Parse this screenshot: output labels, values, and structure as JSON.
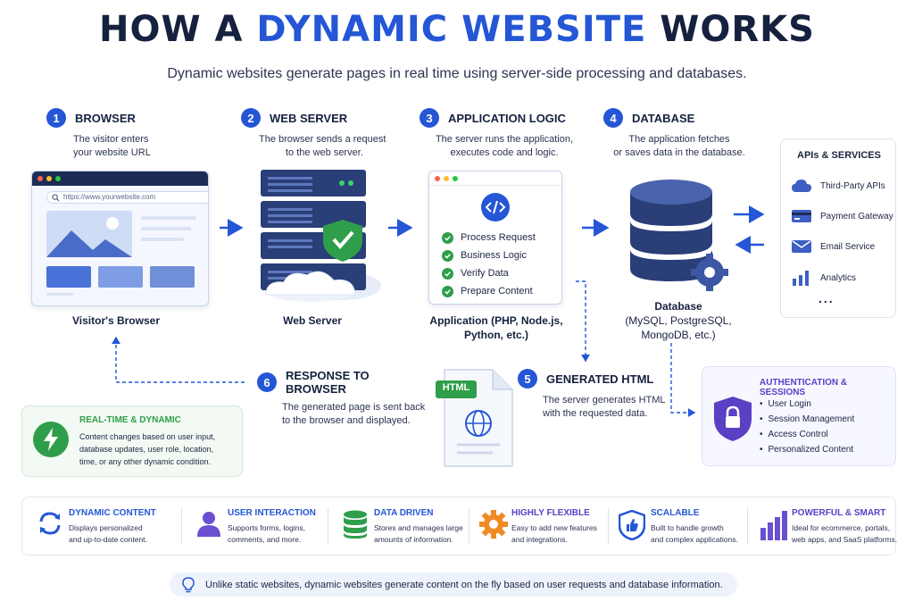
{
  "title": {
    "part1": "HOW A ",
    "highlight": "DYNAMIC WEBSITE",
    "part2": " WORKS"
  },
  "subtitle": "Dynamic websites generate pages in real time using server-side processing and databases.",
  "steps": [
    {
      "num": "1",
      "label": "BROWSER",
      "desc1": "The visitor enters",
      "desc2": "your website URL",
      "caption1": "Visitor's Browser",
      "caption2": ""
    },
    {
      "num": "2",
      "label": "WEB SERVER",
      "desc1": "The browser sends a request",
      "desc2": "to the web server.",
      "caption1": "Web Server",
      "caption2": ""
    },
    {
      "num": "3",
      "label": "APPLICATION LOGIC",
      "desc1": "The server runs the application,",
      "desc2": "executes code and logic.",
      "caption1": "Application (PHP, Node.js,",
      "caption2": "Python, etc.)"
    },
    {
      "num": "4",
      "label": "DATABASE",
      "desc1": "The application fetches",
      "desc2": "or saves data in the database.",
      "caption1": "Database",
      "caption2": "(MySQL, PostgreSQL,",
      "caption3": "MongoDB, etc.)"
    },
    {
      "num": "5",
      "label": "GENERATED HTML",
      "desc1": "The server generates HTML",
      "desc2": "with the requested data."
    },
    {
      "num": "6",
      "label": "RESPONSE TO BROWSER",
      "desc1": "The generated page is sent back",
      "desc2": "to the browser and displayed."
    }
  ],
  "browser": {
    "url": "https://www.yourwebsite.com"
  },
  "app_checks": [
    "Process Request",
    "Business Logic",
    "Verify Data",
    "Prepare Content"
  ],
  "html_badge": "HTML",
  "apis": {
    "title": "APIs & SERVICES",
    "items": [
      {
        "label": "Third-Party APIs",
        "icon": "cloud-icon"
      },
      {
        "label": "Payment Gateway",
        "icon": "card-icon"
      },
      {
        "label": "Email Service",
        "icon": "mail-icon"
      },
      {
        "label": "Analytics",
        "icon": "bar-chart-icon"
      }
    ],
    "more": "..."
  },
  "auth": {
    "title": "AUTHENTICATION & SESSIONS",
    "items": [
      "User Login",
      "Session Management",
      "Access Control",
      "Personalized Content"
    ]
  },
  "realtime": {
    "title": "REAL-TIME & DYNAMIC",
    "desc1": "Content changes based on user input,",
    "desc2": "database updates, user role, location,",
    "desc3": "time, or any other dynamic condition."
  },
  "features": [
    {
      "title": "DYNAMIC CONTENT",
      "d1": "Displays personalized",
      "d2": "and up-to-date content.",
      "icon": "refresh-icon"
    },
    {
      "title": "USER INTERACTION",
      "d1": "Supports forms, logins,",
      "d2": "comments, and more.",
      "icon": "user-icon"
    },
    {
      "title": "DATA DRIVEN",
      "d1": "Stores and manages large",
      "d2": "amounts of information.",
      "icon": "database-icon"
    },
    {
      "title": "HIGHLY FLEXIBLE",
      "d1": "Easy to add new features",
      "d2": "and integrations.",
      "icon": "gear-icon"
    },
    {
      "title": "SCALABLE",
      "d1": "Built to handle growth",
      "d2": "and complex applications.",
      "icon": "shield-thumb-icon"
    },
    {
      "title": "POWERFUL & SMART",
      "d1": "Ideal for ecommerce, portals,",
      "d2": "web apps, and SaaS platforms.",
      "icon": "growth-bars-icon"
    }
  ],
  "footer_note": "Unlike static websites, dynamic websites generate content on the fly based on user requests and database information.",
  "colors": {
    "primary": "#2456d6",
    "navy": "#1d2c55",
    "green": "#2f9e4a",
    "purple": "#5b3fc4",
    "orange": "#f08a24"
  }
}
